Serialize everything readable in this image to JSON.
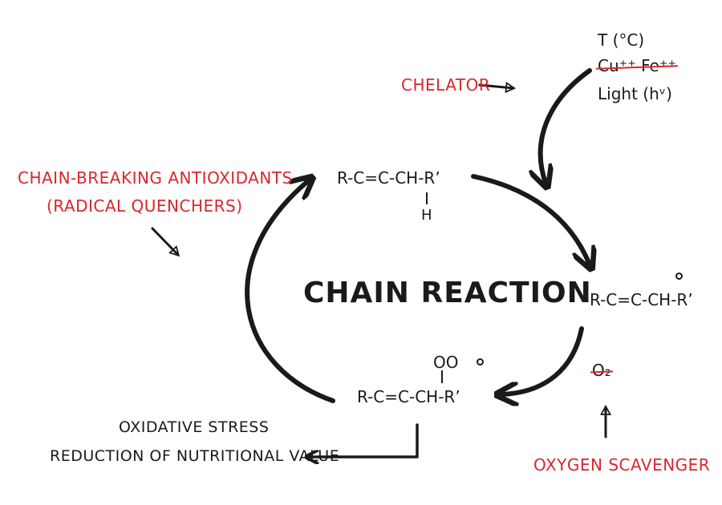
{
  "title": "CHAIN REACTION",
  "molecules": {
    "top": {
      "formula": "R-C=C-CH-R’",
      "hydrogen": "H"
    },
    "right": {
      "formula": "R-C=C-CH-R’"
    },
    "bottom": {
      "formula": "R-C=C-CH-R’",
      "peroxy": "OO"
    }
  },
  "initiators": {
    "temperature": "T (°C)",
    "metals": "Cu⁺⁺ Fe⁺⁺",
    "light": "Light (hᵛ)"
  },
  "oxygen": "O₂",
  "interventions": {
    "chelator": "CHELATOR",
    "chain_breaking_line1": "CHAIN-BREAKING ANTIOXIDANTS",
    "chain_breaking_line2": "(RADICAL QUENCHERS)",
    "oxygen_scavenger": "OXYGEN SCAVENGER"
  },
  "outcome": {
    "line1": "OXIDATIVE STRESS",
    "line2": "REDUCTION OF NUTRITIONAL VALUE"
  },
  "colors": {
    "accent": "#d7272d",
    "ink": "#1a1a1a"
  }
}
